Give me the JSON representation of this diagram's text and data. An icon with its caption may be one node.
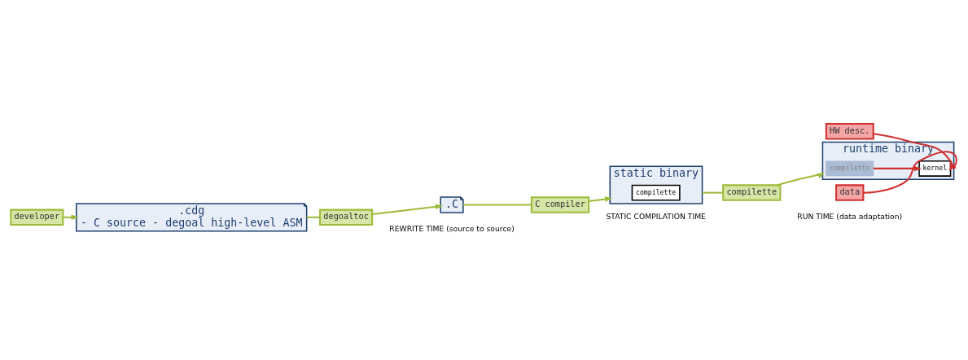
{
  "diagram": {
    "nodes": [
      {
        "text": [
          ".cdg",
          "- C source - degoal high-level ASM"
        ]
      },
      {
        "text": [
          ".C"
        ]
      },
      {
        "text": [
          "static binary"
        ]
      },
      {
        "text": [
          "compilette"
        ],
        "in": 2
      },
      {
        "text": [
          "runtime binary"
        ]
      },
      {
        "text": [
          "compilette"
        ],
        "in": 4
      },
      {
        "text": [
          "kernel"
        ],
        "in": 4
      },
      {
        "text": [
          "developer"
        ]
      },
      {
        "text": [
          "degoaltoc"
        ]
      },
      {
        "text": [
          "C compiler"
        ]
      },
      {
        "text": [
          "compilette"
        ]
      },
      {
        "text": [
          "HW desc."
        ]
      },
      {
        "text": [
          "data"
        ]
      }
    ],
    "edges": [
      {
        "from": 7,
        "to": 0,
        "arrow": "to"
      },
      {
        "from": 0,
        "to": 8,
        "arrow": "none"
      },
      {
        "from": 8,
        "to": 1,
        "arrow": "to"
      },
      {
        "from": 1,
        "to": 9,
        "arrow": "none"
      },
      {
        "from": 9,
        "to": 2,
        "arrow": "to"
      },
      {
        "from": 2,
        "to": 10,
        "arrow": "none"
      },
      {
        "from": 10,
        "to": 4,
        "arrow": "to"
      },
      {
        "from": 5,
        "to": 6,
        "arrow": "to",
        "color": "#d03030"
      },
      {
        "from": 11,
        "to": 6,
        "arrow": "to",
        "color": "#d03030"
      },
      {
        "from": 12,
        "to": 6,
        "arrow": "to",
        "color": "#d03030"
      }
    ],
    "labels": [
      "REWRITE TIME (source to source)",
      "STATIC COMPILATION TIME",
      "RUN TIME (data adaptation)"
    ]
  }
}
